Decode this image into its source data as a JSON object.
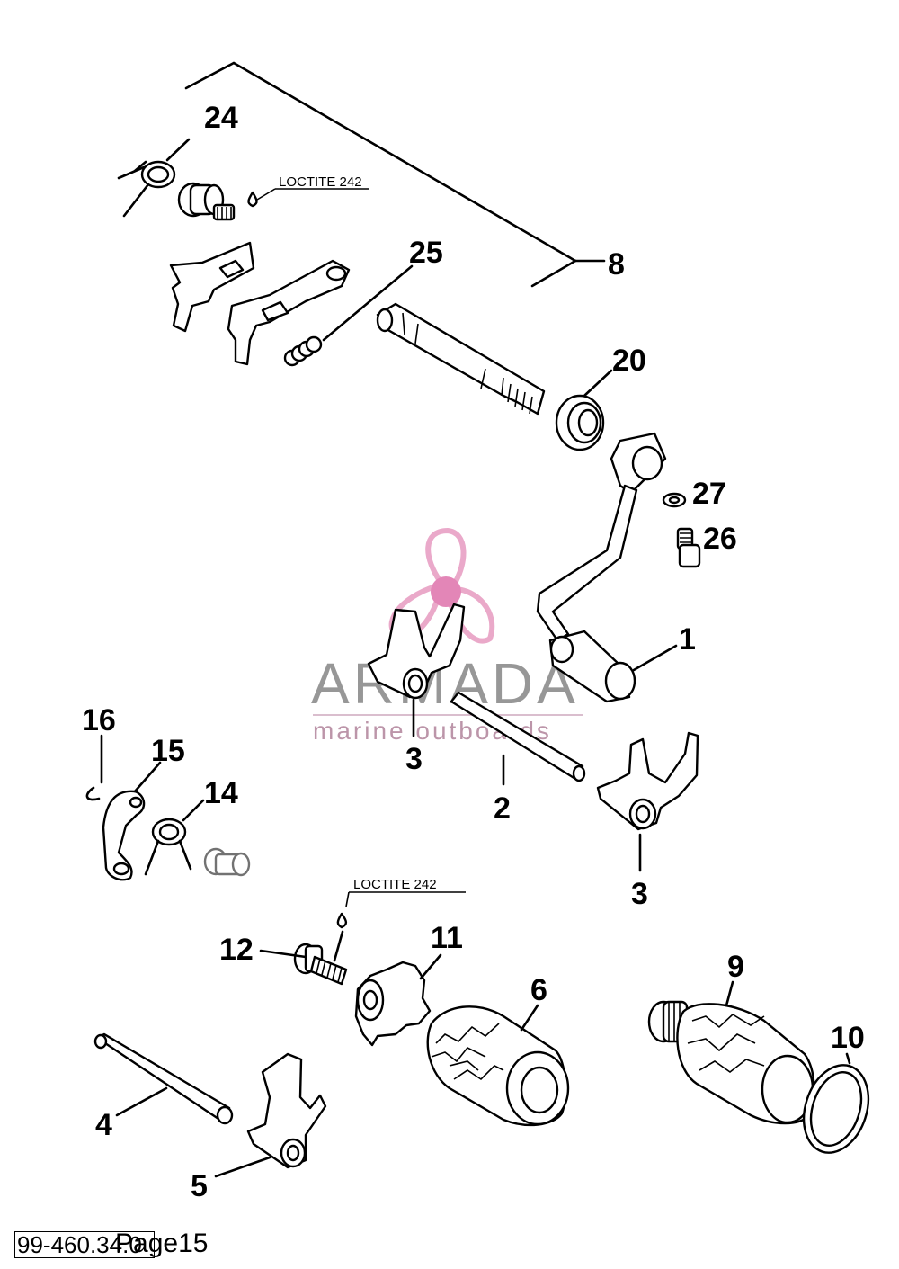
{
  "labels": {
    "l1": "1",
    "l2": "2",
    "l3a": "3",
    "l3b": "3",
    "l4": "4",
    "l5": "5",
    "l6": "6",
    "l8": "8",
    "l9": "9",
    "l10": "10",
    "l11": "11",
    "l12": "12",
    "l14": "14",
    "l15": "15",
    "l16": "16",
    "l20": "20",
    "l24": "24",
    "l25": "25",
    "l26": "26",
    "l27": "27"
  },
  "notes": {
    "loctite_top": "LOCTITE 242",
    "loctite_mid": "LOCTITE 242"
  },
  "watermark": {
    "brand": "ARMADA",
    "tagline": "marine outboards",
    "logo_color": "#e8a0c4",
    "logo_center_color": "#e07ab0",
    "text_color": "#8c8c8c"
  },
  "footer": {
    "part_code": "99-460.34.0",
    "page": "Page15"
  }
}
